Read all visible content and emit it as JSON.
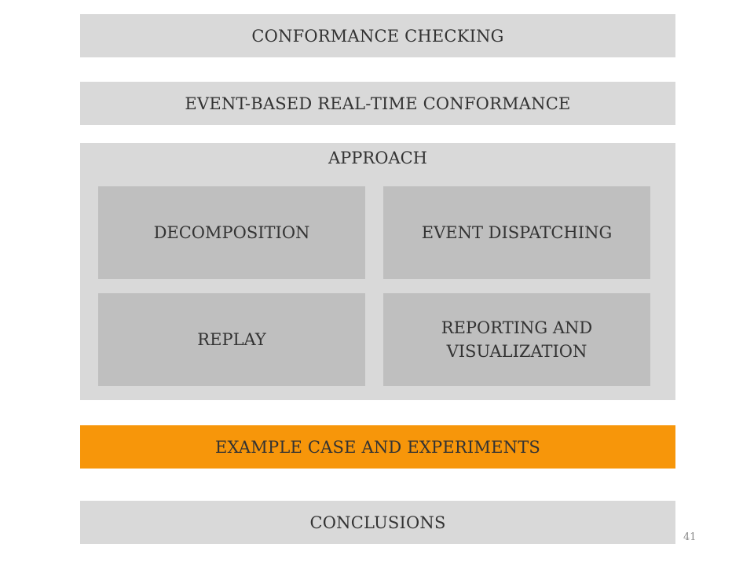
{
  "sections": {
    "conformance_checking": "CONFORMANCE CHECKING",
    "event_based": "EVENT-BASED REAL-TIME CONFORMANCE",
    "approach": {
      "title": "APPROACH",
      "items": [
        "DECOMPOSITION",
        "EVENT DISPATCHING",
        "REPLAY",
        "REPORTING AND VISUALIZATION"
      ]
    },
    "example_case": "EXAMPLE CASE AND EXPERIMENTS",
    "conclusions": "CONCLUSIONS"
  },
  "page_number": "41",
  "colors": {
    "section_bg": "#d9d9d9",
    "subsection_bg": "#bfbfbf",
    "active_bg": "#f7960a",
    "text": "#333333"
  }
}
